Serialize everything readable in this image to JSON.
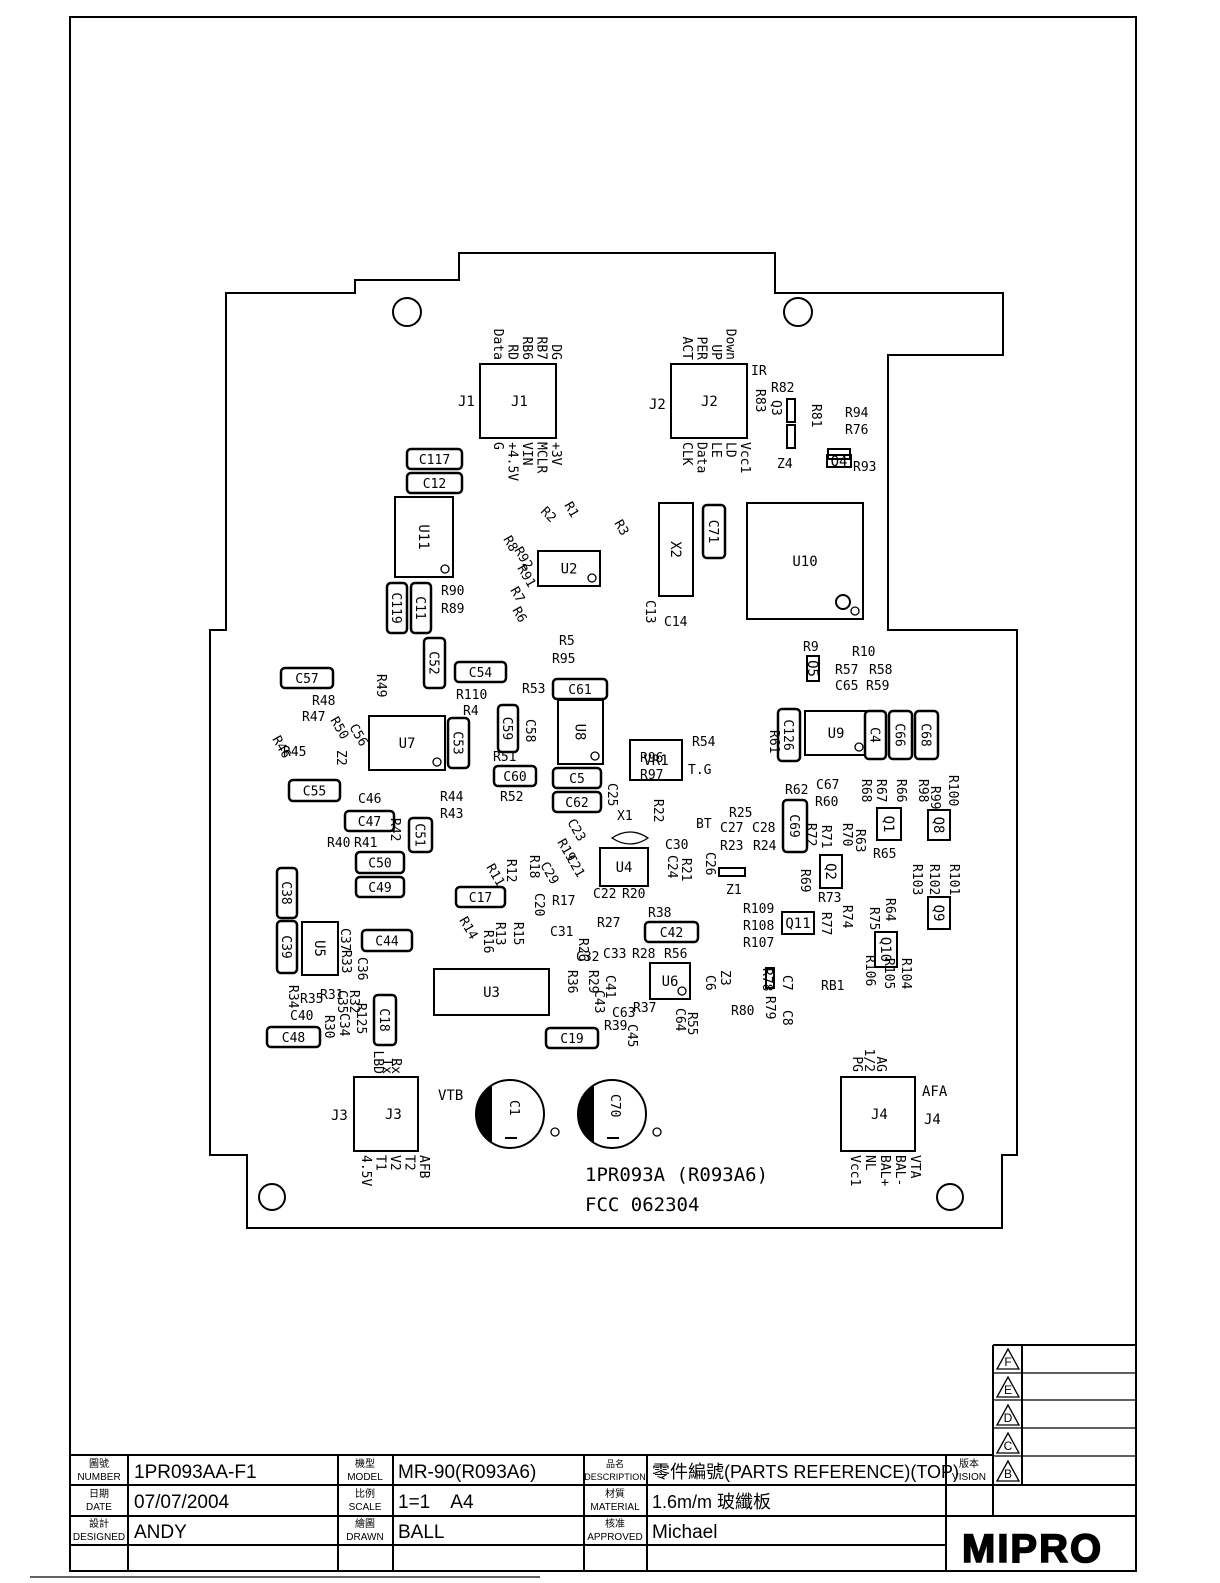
{
  "board": {
    "silkscreen_line1": "1PR093A (R093A6)",
    "silkscreen_line2": "FCC 062304"
  },
  "connectors": {
    "j1": {
      "ref": "J1",
      "top_pins": [
        "Data",
        "RD",
        "RB6",
        "RB7",
        "DG"
      ],
      "bottom_pins": [
        "G",
        "+4.5V",
        "VIN",
        "MCLR",
        "+3V"
      ]
    },
    "j2": {
      "ref": "J2",
      "top_pins": [
        "ACT",
        "PER",
        "UP",
        "Down"
      ],
      "bottom_pins": [
        "CLK",
        "Data",
        "LE",
        "LD",
        "Vcc1"
      ]
    },
    "j3": {
      "ref": "J3",
      "bottom_pins": [
        "4.5V",
        "T1",
        "V2",
        "T2",
        "AFB"
      ],
      "top_pins": [
        "Rx",
        "Tx",
        "LBD"
      ]
    },
    "j4": {
      "ref": "J4",
      "top_pins": [
        "PG",
        "1/2",
        "AG"
      ],
      "side_label": "AFA",
      "bottom_pins": [
        "Vcc1",
        "NL",
        "BAL+",
        "BAL-",
        "VTA"
      ]
    }
  },
  "electrolytics": [
    {
      "ref": "C1",
      "label": "VTB"
    },
    {
      "ref": "C70",
      "label": ""
    }
  ],
  "boxed_parts": [
    "C117",
    "C12",
    "U11",
    "C119",
    "C11",
    "C52",
    "C57",
    "C54",
    "C61",
    "U7",
    "C53",
    "C59",
    "U8",
    "C55",
    "C60",
    "C5",
    "C62",
    "C47",
    "C51",
    "C50",
    "C49",
    "C17",
    "C38",
    "C39",
    "U5",
    "C44",
    "C42",
    "U3",
    "C18",
    "C48",
    "C19",
    "U2",
    "X2",
    "C71",
    "U10",
    "C126",
    "U9",
    "C4",
    "C66",
    "C68",
    "C69",
    "Q1",
    "Q8",
    "Q2",
    "Q9",
    "Q11",
    "Q10",
    "U4",
    "U6",
    "VR1",
    "Q4",
    "Q5"
  ],
  "loose_labels": [
    "IR",
    "R82",
    "R83",
    "Q3",
    "R81",
    "R94",
    "R76",
    "Z4",
    "R93",
    "R1",
    "R2",
    "R3",
    "R8",
    "R92",
    "R91",
    "R7",
    "R6",
    "R90",
    "R89",
    "C13",
    "C14",
    "R5",
    "R95",
    "R9",
    "R10",
    "R57",
    "R58",
    "C65",
    "R59",
    "R49",
    "R48",
    "R47",
    "R50",
    "C56",
    "R46",
    "R45",
    "Z2",
    "R110",
    "R4",
    "R53",
    "C58",
    "R51",
    "R52",
    "R96",
    "R97",
    "R54",
    "T.G",
    "R61",
    "R44",
    "R43",
    "C46",
    "R42",
    "R41",
    "R40",
    "C25",
    "R22",
    "X1",
    "C23",
    "R19",
    "C21",
    "C29",
    "R18",
    "C20",
    "R17",
    "R11",
    "R12",
    "C22",
    "R20",
    "C30",
    "C24",
    "R21",
    "C26",
    "Z1",
    "BT",
    "R25",
    "C27",
    "C28",
    "R23",
    "R24",
    "R62",
    "C67",
    "R60",
    "R68",
    "R67",
    "R66",
    "R98",
    "R99",
    "R100",
    "R72",
    "R71",
    "R70",
    "R63",
    "R65",
    "R69",
    "R73",
    "R74",
    "R77",
    "R75",
    "R64",
    "R101",
    "R102",
    "R103",
    "R109",
    "R108",
    "R107",
    "R38",
    "R27",
    "C31",
    "R26",
    "C32",
    "C33",
    "R28",
    "R56",
    "R29",
    "R36",
    "C41",
    "C43",
    "R37",
    "C63",
    "C64",
    "R39",
    "C45",
    "R55",
    "R78",
    "C7",
    "C8",
    "R79",
    "Z3",
    "C6",
    "R80",
    "RB1",
    "R106",
    "R105",
    "R104",
    "R14",
    "R16",
    "R13",
    "R15",
    "C37",
    "R33",
    "C36",
    "R32",
    "C35",
    "R31",
    "C40",
    "R35",
    "R30",
    "R34",
    "C34",
    "R125"
  ],
  "title_block": {
    "number_label": "圖號\nNUMBER",
    "number": "1PR093AA-F1",
    "date_label": "日期\nDATE",
    "date": "07/07/2004",
    "designed_label": "設計\nDESIGNED",
    "designed": "ANDY",
    "model_label": "機型\nMODEL",
    "model": "MR-90(R093A6)",
    "scale_label": "比例\nSCALE",
    "scale": "1=1    A4",
    "drawn_label": "繪圖\nDRAWN",
    "drawn": "BALL",
    "description_label": "品名\nDESCRIPTION",
    "description": "零件編號(PARTS REFERENCE)(TOP)",
    "material_label": "材質\nMATERIAL",
    "material": "1.6m/m  玻纖板",
    "approved_label": "核准\nAPPROVED",
    "approved": "Michael",
    "version_label": "版本\nVISION",
    "revisions": [
      "F",
      "E",
      "D",
      "C",
      "B"
    ],
    "logo_text": "MIPRO"
  }
}
